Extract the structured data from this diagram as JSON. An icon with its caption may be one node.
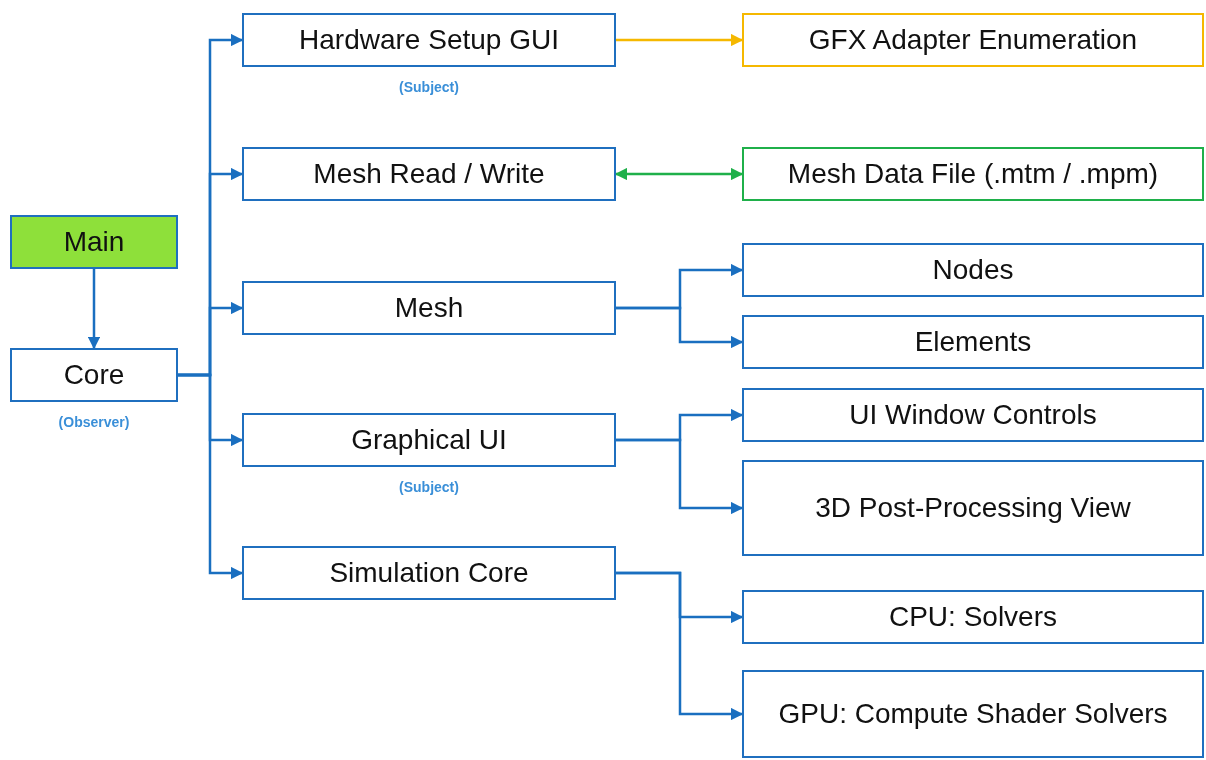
{
  "diagram": {
    "nodes": [
      {
        "text": [
          "Main"
        ]
      },
      {
        "text": [
          "Core"
        ],
        "beside": [
          "(Observer)"
        ]
      },
      {
        "text": [
          "Hardware Setup GUI"
        ],
        "beside": [
          "(Subject)"
        ]
      },
      {
        "text": [
          "GFX Adapter Enumeration"
        ]
      },
      {
        "text": [
          "Mesh Read / Write"
        ]
      },
      {
        "text": [
          "Mesh Data File (.mtm / .mpm)"
        ]
      },
      {
        "text": [
          "Mesh"
        ]
      },
      {
        "text": [
          "Nodes"
        ]
      },
      {
        "text": [
          "Elements"
        ]
      },
      {
        "text": [
          "Graphical UI"
        ],
        "beside": [
          "(Subject)"
        ]
      },
      {
        "text": [
          "UI Window Controls"
        ]
      },
      {
        "text": [
          "3D Post-Processing View"
        ]
      },
      {
        "text": [
          "Simulation Core"
        ]
      },
      {
        "text": [
          "CPU: Solvers"
        ]
      },
      {
        "text": [
          "GPU: Compute Shader Solvers"
        ]
      }
    ],
    "edges": [
      {
        "from": 0,
        "to": 1,
        "arrow": "to"
      },
      {
        "from": 1,
        "to": 2,
        "arrow": "to"
      },
      {
        "from": 1,
        "to": 4,
        "arrow": "to"
      },
      {
        "from": 1,
        "to": 6,
        "arrow": "to"
      },
      {
        "from": 1,
        "to": 9,
        "arrow": "to"
      },
      {
        "from": 1,
        "to": 12,
        "arrow": "to"
      },
      {
        "from": 2,
        "to": 3,
        "arrow": "to",
        "color": "#f5b800"
      },
      {
        "from": 4,
        "to": 5,
        "arrow": "both",
        "color": "#1fb04a"
      },
      {
        "from": 6,
        "to": 7,
        "arrow": "to"
      },
      {
        "from": 6,
        "to": 8,
        "arrow": "to"
      },
      {
        "from": 9,
        "to": 10,
        "arrow": "to"
      },
      {
        "from": 9,
        "to": 11,
        "arrow": "to"
      },
      {
        "from": 12,
        "to": 13,
        "arrow": "to"
      },
      {
        "from": 12,
        "to": 14,
        "arrow": "to"
      }
    ]
  }
}
